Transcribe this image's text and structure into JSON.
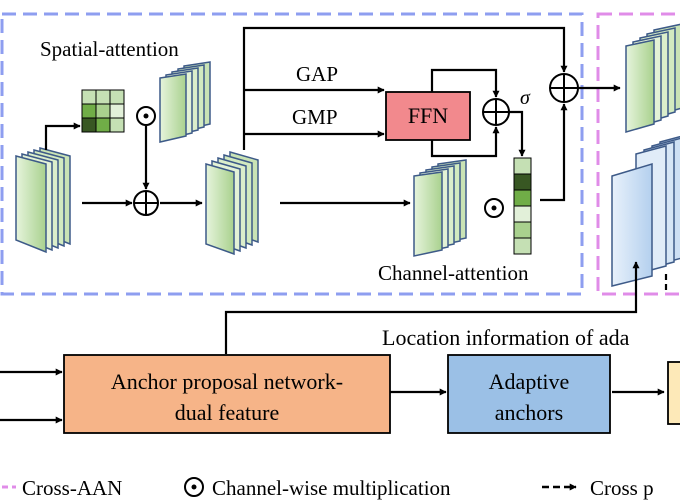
{
  "labels": {
    "spatial_attention": "Spatial-attention",
    "channel_attention": "Channel-attention",
    "gap": "GAP",
    "gmp": "GMP",
    "ffn": "FFN",
    "sigma": "σ",
    "location_info": "Location information of ada",
    "anchor_proposal_line1": "Anchor proposal network-",
    "anchor_proposal_line2": "dual feature",
    "adaptive_anchors_line1": "Adaptive",
    "adaptive_anchors_line2": "anchors"
  },
  "legend": {
    "cross_aan": "Cross-AAN",
    "channel_wise_mult": "Channel-wise multiplication",
    "cross_p": "Cross p"
  },
  "colors": {
    "blue_dashed": "#8e9ef0",
    "magenta_dashed": "#e08ce8",
    "feature_green": "#cfe9bf",
    "feature_blue": "#cfe0f4",
    "ffn_fill": "#f2898d",
    "anchor_fill": "#f6b488",
    "adaptive_fill": "#9bc0e6",
    "yellow_fill": "#fde9b8",
    "dark_green": "#385723",
    "mid_green": "#70ad47",
    "light_green": "#c5e0b4"
  }
}
